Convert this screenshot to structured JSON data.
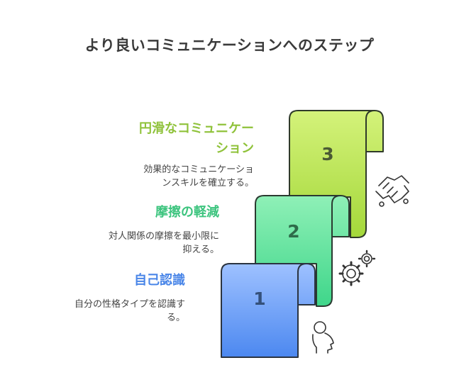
{
  "title": "より良いコミュニケーションへのステップ",
  "steps": [
    {
      "number": "3",
      "title_line1": "円滑なコミュニケー",
      "title_line2": "ション",
      "desc_line1": "効果的なコミュニケーショ",
      "desc_line2": "ンスキルを確立する。",
      "color": "#8fc23a",
      "icon": "handshake-icon"
    },
    {
      "number": "2",
      "title_line1": "摩擦の軽減",
      "desc_line1": "対人関係の摩擦を最小限に",
      "desc_line2": "抑える。",
      "color": "#3cc47e",
      "icon": "gears-icon"
    },
    {
      "number": "1",
      "title_line1": "自己認識",
      "desc_line1": "自分の性格タイプを認識す",
      "desc_line2": "る。",
      "color": "#4a86e8",
      "icon": "head-person-icon"
    }
  ]
}
